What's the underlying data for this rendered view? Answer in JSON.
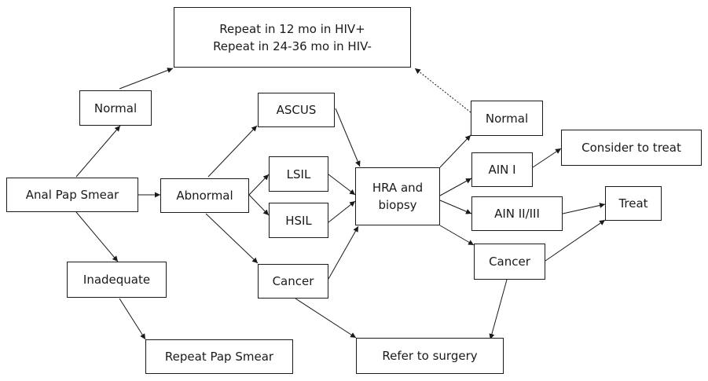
{
  "nodes": {
    "repeat_box": {
      "line1": "Repeat in 12 mo in HIV+",
      "line2": "Repeat in 24-36 mo in HIV-"
    },
    "normal_left": "Normal",
    "anal_pap_smear": "Anal Pap Smear",
    "inadequate": "Inadequate",
    "repeat_pap_smear": "Repeat Pap Smear",
    "abnormal": "Abnormal",
    "ascus": "ASCUS",
    "lsil": "LSIL",
    "hsil": "HSIL",
    "cancer_left": "Cancer",
    "hra_biopsy": {
      "line1": "HRA and",
      "line2": "biopsy"
    },
    "normal_right": "Normal",
    "ain1": "AIN I",
    "ain23": "AIN II/III",
    "cancer_right": "Cancer",
    "consider_to_treat": "Consider to treat",
    "treat": "Treat",
    "refer_to_surgery": "Refer to surgery"
  },
  "colors": {
    "line": "#1a1a1a",
    "box_border": "#1a1a1a",
    "background": "#ffffff"
  }
}
